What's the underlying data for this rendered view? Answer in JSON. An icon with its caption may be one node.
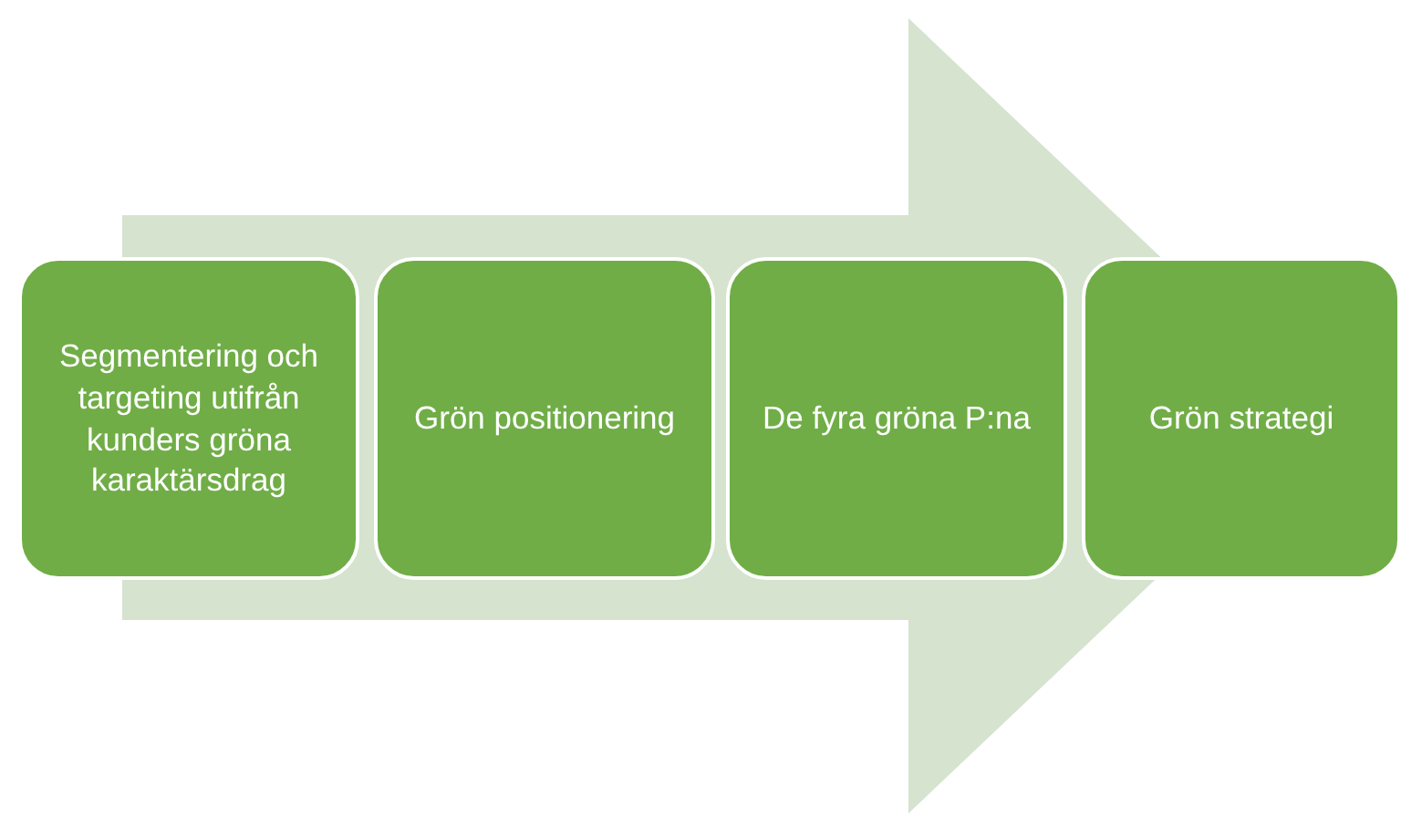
{
  "diagram": {
    "nodes": [
      {
        "text": [
          "Segmentering och targeting utifrån kunders gröna karaktärsdrag"
        ]
      },
      {
        "text": [
          "Grön positionering"
        ]
      },
      {
        "text": [
          "De fyra gröna P:na"
        ]
      },
      {
        "text": [
          "Grön strategi"
        ]
      }
    ],
    "edges": [
      {
        "from": 0,
        "to": 3,
        "arrow": "to"
      }
    ]
  }
}
